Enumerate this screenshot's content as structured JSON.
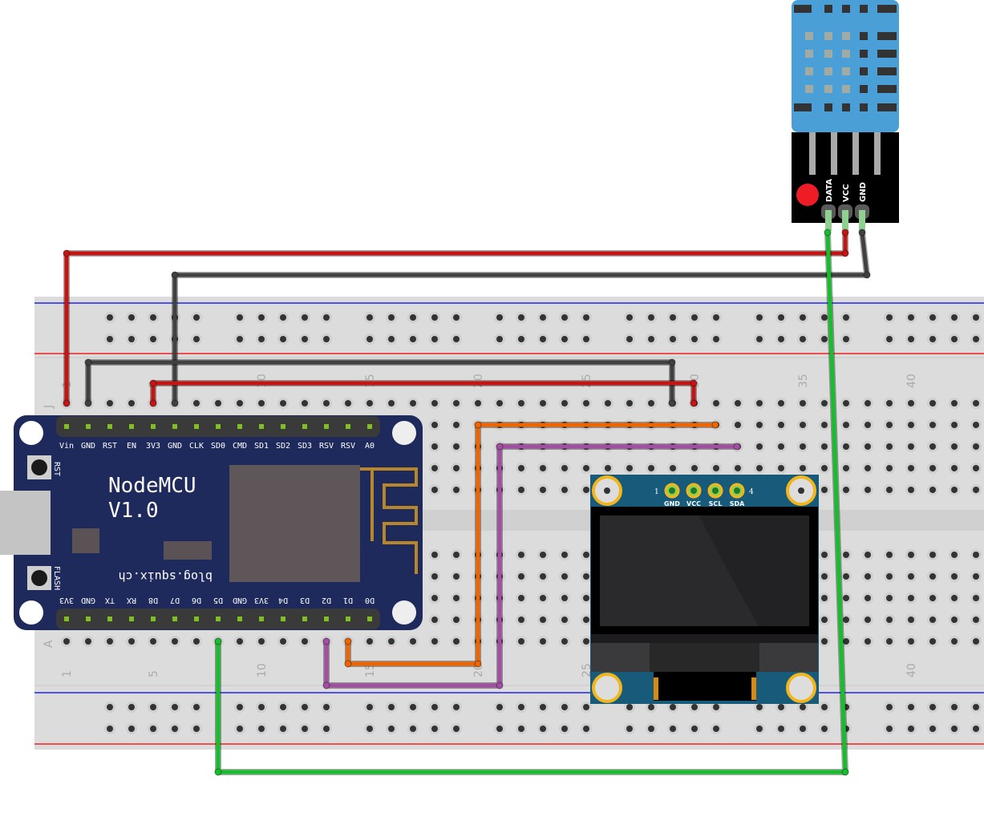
{
  "breadboard": {
    "row_labels": {
      "top": "J",
      "bottom": "A"
    },
    "column_numbers": [
      "1",
      "5",
      "10",
      "15",
      "20",
      "25",
      "30",
      "35",
      "40"
    ]
  },
  "nodemcu": {
    "title_line1": "NodeMCU",
    "title_line2": "V1.0",
    "footer": "blog.squix.ch",
    "button_rst": "RST",
    "button_flash": "FLASH",
    "top_pins": [
      "Vin",
      "GND",
      "RST",
      "EN",
      "3V3",
      "GND",
      "CLK",
      "SD0",
      "CMD",
      "SD1",
      "SD2",
      "SD3",
      "RSV",
      "RSV",
      "A0"
    ],
    "bottom_pins": [
      "3V3",
      "GND",
      "TX",
      "RX",
      "D8",
      "D7",
      "D6",
      "D5",
      "GND",
      "3V3",
      "D4",
      "D3",
      "D2",
      "D1",
      "D0"
    ],
    "board_color": "#1f2a5c"
  },
  "oled": {
    "pin_index_first": "1",
    "pin_index_last": "4",
    "pins": [
      "GND",
      "VCC",
      "SCL",
      "SDA"
    ],
    "pcb_color": "#175a7a"
  },
  "dht": {
    "pins": [
      "DATA",
      "VCC",
      "GND"
    ],
    "body_color": "#4aa0d6"
  },
  "wires": [
    {
      "name": "vin-to-dht-vcc",
      "color": "#c41414"
    },
    {
      "name": "gnd-to-dht-gnd",
      "color": "#404040"
    },
    {
      "name": "gnd-to-oled-gnd",
      "color": "#404040"
    },
    {
      "name": "3v3-to-oled-vcc",
      "color": "#c41414"
    },
    {
      "name": "d1-to-oled-scl",
      "color": "#ee6400"
    },
    {
      "name": "d2-to-oled-sda",
      "color": "#a24ea2"
    },
    {
      "name": "d5-to-dht-data",
      "color": "#16bd2c"
    }
  ]
}
